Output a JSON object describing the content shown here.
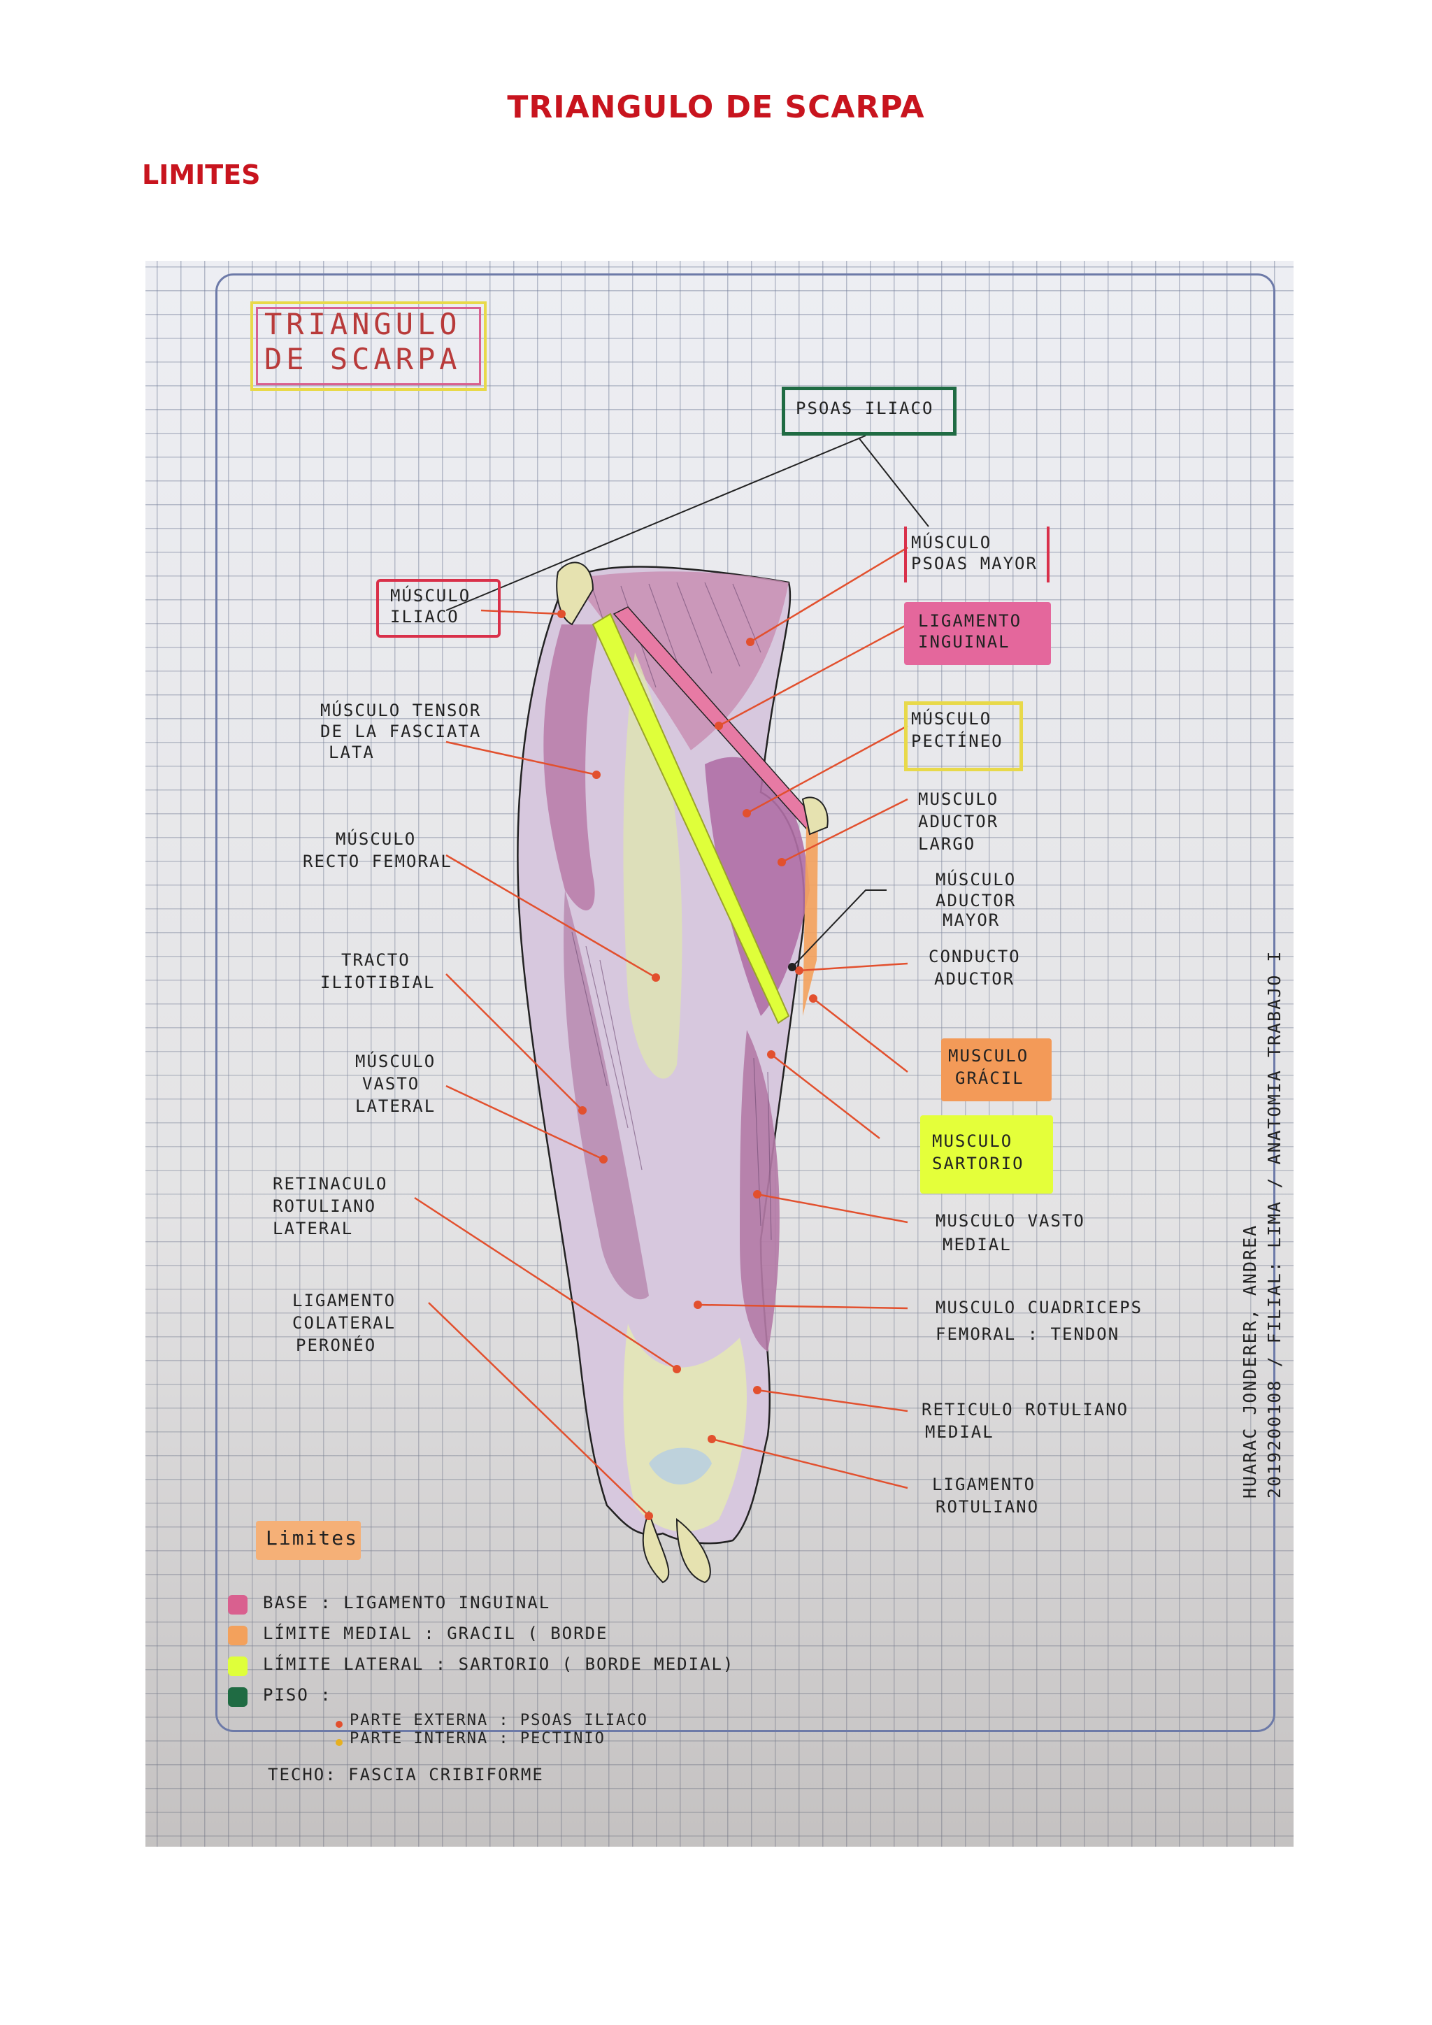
{
  "page": {
    "title": "TRIANGULO DE SCARPA",
    "section_heading": "LIMITES"
  },
  "sheet": {
    "title_line1": "TRIANGULO",
    "title_line2": "DE SCARPA",
    "labels": {
      "psoas_iliaco": "PSOAS ILIACO",
      "musculo_psoas_mayor_1": "MÚSCULO",
      "musculo_psoas_mayor_2": "PSOAS MAYOR",
      "musculo_iliaco_1": "MÚSCULO",
      "musculo_iliaco_2": "ILIACO",
      "ligamento_inguinal_1": "LIGAMENTO",
      "ligamento_inguinal_2": "INGUINAL",
      "tensor_1": "MÚSCULO TENSOR",
      "tensor_2": "DE LA FASCIATA",
      "tensor_3": "LATA",
      "pectineo_1": "MÚSCULO",
      "pectineo_2": "PECTÍNEO",
      "aductor_largo_1": "MUSCULO",
      "aductor_largo_2": "ADUCTOR",
      "aductor_largo_3": "LARGO",
      "recto_1": "MÚSCULO",
      "recto_2": "RECTO FEMORAL",
      "aductor_mayor_1": "MÚSCULO",
      "aductor_mayor_2": "ADUCTOR",
      "aductor_mayor_3": "MAYOR",
      "tracto_1": "TRACTO",
      "tracto_2": "ILIOTIBIAL",
      "conducto_1": "CONDUCTO",
      "conducto_2": "ADUCTOR",
      "gracil_1": "MUSCULO",
      "gracil_2": "GRÁCIL",
      "vasto_lat_1": "MÚSCULO",
      "vasto_lat_2": "VASTO",
      "vasto_lat_3": "LATERAL",
      "sartorio_1": "MUSCULO",
      "sartorio_2": "SARTORIO",
      "retinaculo_1": "RETINACULO",
      "retinaculo_2": "ROTULIANO",
      "retinaculo_3": "LATERAL",
      "vasto_med_1": "MUSCULO VASTO",
      "vasto_med_2": "MEDIAL",
      "lig_colateral_1": "LIGAMENTO",
      "lig_colateral_2": "COLATERAL",
      "lig_colateral_3": "PERONÉO",
      "cuadriceps_1": "MUSCULO CUADRICEPS",
      "cuadriceps_2": "FEMORAL : TENDON",
      "reticulo_1": "RETICULO ROTULIANO",
      "reticulo_2": "MEDIAL",
      "lig_rotuliano_1": "LIGAMENTO",
      "lig_rotuliano_2": "ROTULIANO"
    },
    "side_note_1": "HUARAC JONDERER, ANDREA",
    "side_note_2": "2019200108 / FILIAL: LIMA / ANATOMIA TRABAJO I",
    "legend": {
      "heading": "Limites",
      "items": [
        {
          "text": "BASE : LIGAMENTO INGUINAL",
          "color": "#d9608f"
        },
        {
          "text": "LÍMITE MEDIAL : GRACIL ( BORDE",
          "color": "#f3a15c"
        },
        {
          "text": "LÍMITE LATERAL : SARTORIO ( BORDE MEDIAL)",
          "color": "#dfff3a"
        },
        {
          "text": "PISO :",
          "color": "#1f6b43"
        }
      ],
      "sub_items": [
        {
          "text": "PARTE EXTERNA : PSOAS ILIACO",
          "color": "#e2502e"
        },
        {
          "text": "PARTE INTERNA : PECTINIO",
          "color": "#e6b020"
        }
      ],
      "techo": "TECHO: FASCIA CRIBIFORME"
    }
  }
}
